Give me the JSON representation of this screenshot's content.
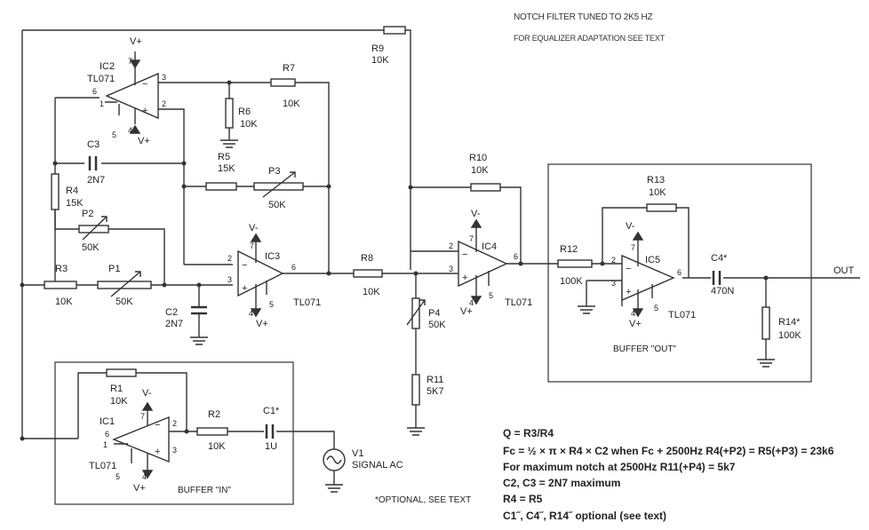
{
  "header": {
    "title": "NOTCH FILTER TUNED TO 2K5 HZ",
    "subtitle": "FOR EQUALIZER ADAPTATION SEE TEXT"
  },
  "components": {
    "R1": {
      "ref": "R1",
      "value": "10K"
    },
    "R2": {
      "ref": "R2",
      "value": "10K"
    },
    "R3": {
      "ref": "R3",
      "value": "10K"
    },
    "R4": {
      "ref": "R4",
      "value": "15K"
    },
    "R5": {
      "ref": "R5",
      "value": "15K"
    },
    "R6": {
      "ref": "R6",
      "value": "10K"
    },
    "R7": {
      "ref": "R7",
      "value": "10K"
    },
    "R8": {
      "ref": "R8",
      "value": "10K"
    },
    "R9": {
      "ref": "R9",
      "value": "10K"
    },
    "R10": {
      "ref": "R10",
      "value": "10K"
    },
    "R11": {
      "ref": "R11",
      "value": "5K7"
    },
    "R12": {
      "ref": "R12",
      "value": "100K"
    },
    "R13": {
      "ref": "R13",
      "value": "10K"
    },
    "R14": {
      "ref": "R14*",
      "value": "100K"
    },
    "P1": {
      "ref": "P1",
      "value": "50K"
    },
    "P2": {
      "ref": "P2",
      "value": "50K"
    },
    "P3": {
      "ref": "P3",
      "value": "50K"
    },
    "P4": {
      "ref": "P4",
      "value": "50K"
    },
    "C1": {
      "ref": "C1*",
      "value": "1U"
    },
    "C2": {
      "ref": "C2",
      "value": "2N7"
    },
    "C3": {
      "ref": "C3",
      "value": "2N7"
    },
    "C4": {
      "ref": "C4*",
      "value": "470N"
    },
    "IC1": {
      "ref": "IC1",
      "part": "TL071"
    },
    "IC2": {
      "ref": "IC2",
      "part": "TL071"
    },
    "IC3": {
      "ref": "IC3",
      "part": "TL071"
    },
    "IC4": {
      "ref": "IC4",
      "part": "TL071"
    },
    "IC5": {
      "ref": "IC5",
      "part": "TL071"
    },
    "V1": {
      "ref": "V1",
      "value": "SIGNAL AC"
    }
  },
  "supply": {
    "vplus": "V+",
    "vminus": "V-"
  },
  "opamp_marks": {
    "minus": "−",
    "plus": "+"
  },
  "pins": {
    "p1": "1",
    "p2": "2",
    "p3": "3",
    "p4": "4",
    "p5": "5",
    "p6": "6",
    "p7": "7"
  },
  "labels": {
    "out": "OUT",
    "buffer_in": "BUFFER \"IN\"",
    "buffer_out": "BUFFER \"OUT\"",
    "optional_note": "*OPTIONAL, SEE TEXT"
  },
  "formulas": [
    "Q = R3/R4",
    "Fc = ½ × π × R4 × C2 when Fc + 2500Hz R4(+P2) = R5(+P3) = 23k6",
    "For maximum notch at 2500Hz R11(+P4) = 5k7",
    "C2, C3 = 2N7 maximum",
    "R4 = R5",
    "C1˝, C4˝, R14˝ optional (see text)"
  ]
}
